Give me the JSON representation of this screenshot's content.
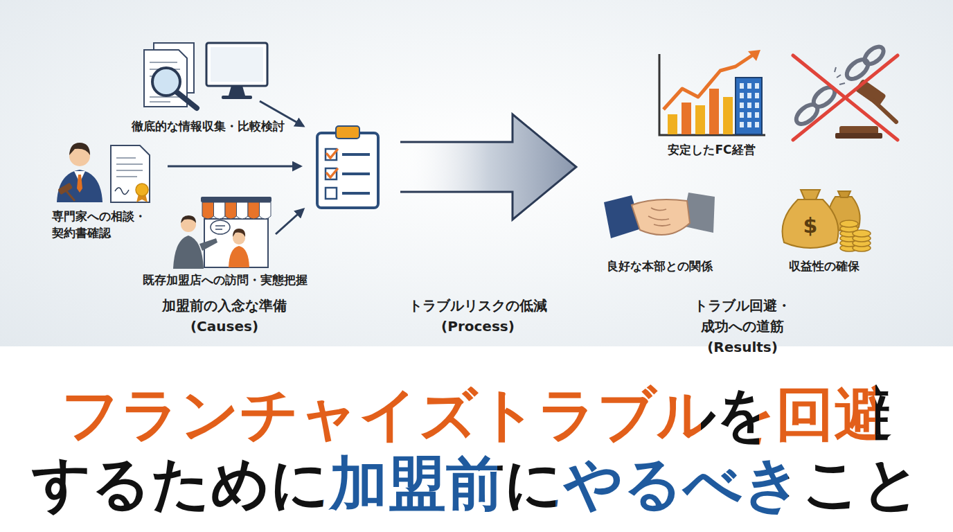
{
  "diagram": {
    "title": "フランチャイズトラブルを回避 するために加盟前にやるべきこと",
    "nodes": [
      {
        "text": [
          "加盟前の入念な準備 (Causes)"
        ]
      },
      {
        "text": [
          "徹底的な情報収集・比較検討"
        ],
        "in": 0
      },
      {
        "text": [
          "専門家への相談・ 契約書確認"
        ],
        "in": 0
      },
      {
        "text": [
          "既存加盟店への訪問・実態把握"
        ],
        "in": 0
      },
      {
        "text": [
          "トラブル回避・成功への道筋 (Results)"
        ]
      },
      {
        "text": [
          "安定したFC経営"
        ],
        "in": 4
      },
      {
        "text": [
          "良好な本部との関係"
        ],
        "in": 4
      },
      {
        "text": [
          "収益性の確保"
        ],
        "in": 4
      }
    ],
    "edges": [
      {
        "from": 0,
        "to": 4,
        "arrow": "to",
        "label": "トラブルリスクの低減 (Process)"
      }
    ],
    "labels": [
      "$"
    ]
  }
}
